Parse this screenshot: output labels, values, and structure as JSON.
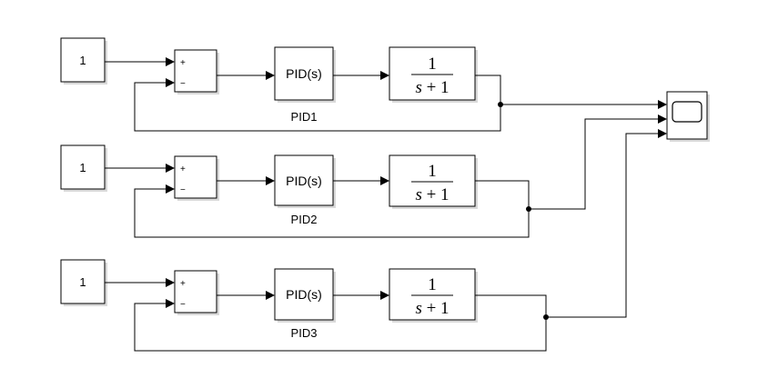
{
  "loops": [
    {
      "constant": {
        "value": "1"
      },
      "sum": {
        "plus": "+",
        "minus": "−"
      },
      "controller": {
        "label": "PID(s)",
        "name": "PID1"
      },
      "plant": {
        "numerator": "1",
        "den_var": "s",
        "den_rest": " + 1"
      }
    },
    {
      "constant": {
        "value": "1"
      },
      "sum": {
        "plus": "+",
        "minus": "−"
      },
      "controller": {
        "label": "PID(s)",
        "name": "PID2"
      },
      "plant": {
        "numerator": "1",
        "den_var": "s",
        "den_rest": " + 1"
      }
    },
    {
      "constant": {
        "value": "1"
      },
      "sum": {
        "plus": "+",
        "minus": "−"
      },
      "controller": {
        "label": "PID(s)",
        "name": "PID3"
      },
      "plant": {
        "numerator": "1",
        "den_var": "s",
        "den_rest": " + 1"
      }
    }
  ],
  "scope": {
    "inputs": 3
  }
}
